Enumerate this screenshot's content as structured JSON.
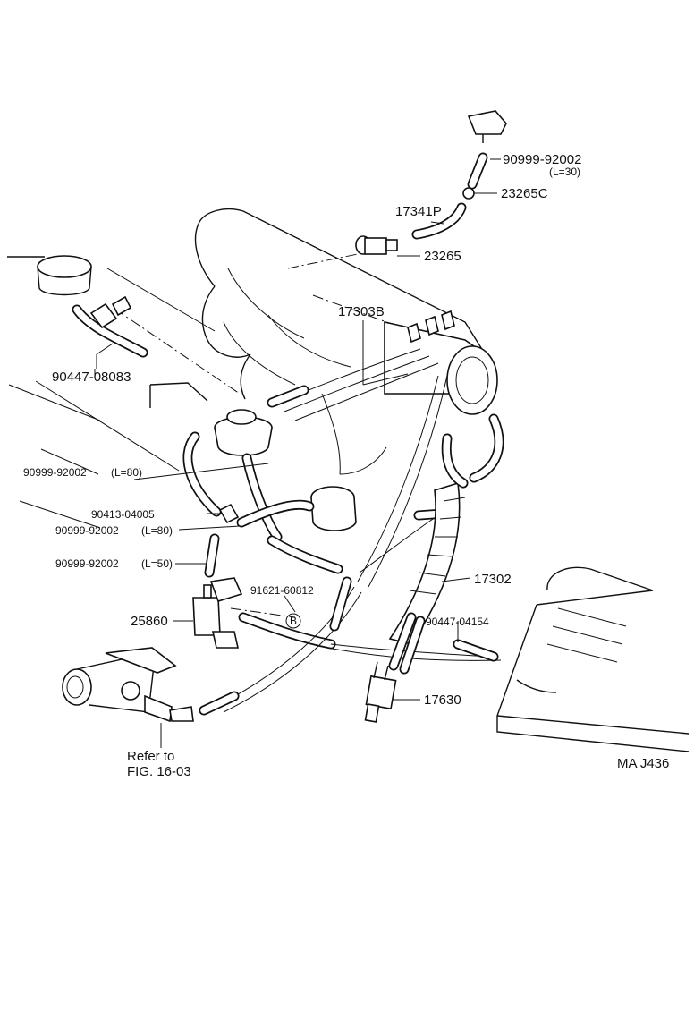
{
  "diagram": {
    "code": "MA  J436",
    "callouts": [
      {
        "id": "top-hose",
        "text": "90999-92002"
      },
      {
        "id": "top-hose-length",
        "text": "(L=30)"
      },
      {
        "id": "fitting-c",
        "text": "23265C"
      },
      {
        "id": "hose-p",
        "text": "17341P"
      },
      {
        "id": "fitting",
        "text": "23265"
      },
      {
        "id": "hose-b",
        "text": "17303B"
      },
      {
        "id": "clamp-upper",
        "text": "90447-08083"
      },
      {
        "id": "hose-l80-a",
        "text": "90999-92002"
      },
      {
        "id": "hose-l80-a-length",
        "text": "(L=80)"
      },
      {
        "id": "connector",
        "text": "90413-04005"
      },
      {
        "id": "hose-l80-b",
        "text": "90999-92002"
      },
      {
        "id": "hose-l80-b-length",
        "text": "(L=80)"
      },
      {
        "id": "hose-l50",
        "text": "90999-92002"
      },
      {
        "id": "hose-l50-length",
        "text": "(L=50)"
      },
      {
        "id": "bolt",
        "text": "91621-60812"
      },
      {
        "id": "bolt-ref",
        "text": "B"
      },
      {
        "id": "valve",
        "text": "25860"
      },
      {
        "id": "hose-main",
        "text": "17302"
      },
      {
        "id": "clamp-lower",
        "text": "90447-04154"
      },
      {
        "id": "vsv",
        "text": "17630"
      },
      {
        "id": "refer-line1",
        "text": "Refer  to"
      },
      {
        "id": "refer-line2",
        "text": "FIG. 16-03"
      }
    ]
  }
}
